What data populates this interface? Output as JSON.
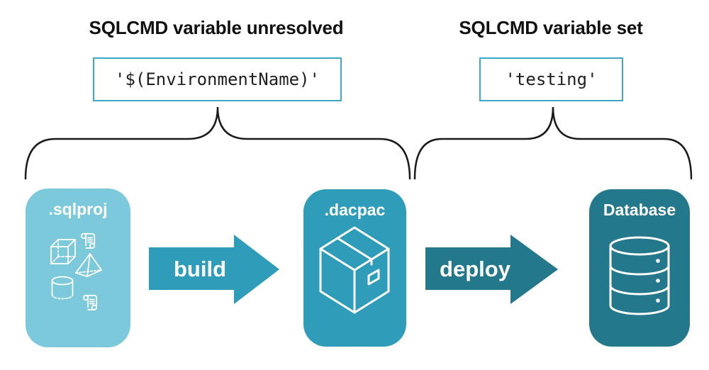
{
  "annotations": {
    "left": {
      "heading": "SQLCMD variable unresolved",
      "code": "'$(EnvironmentName)'"
    },
    "right": {
      "heading": "SQLCMD variable set",
      "code": "'testing'"
    }
  },
  "pipeline": {
    "sqlproj_label": ".sqlproj",
    "dacpac_label": ".dacpac",
    "database_label": "Database",
    "build_label": "build",
    "deploy_label": "deploy"
  },
  "icons": {
    "sqlproj": [
      "scroll-icon",
      "cube-icon",
      "pyramid-icon",
      "cylinder-icon",
      "scroll-icon"
    ],
    "dacpac": "package-icon",
    "database": "database-icon"
  },
  "colors": {
    "light_teal": "#7CC9DC",
    "mid_teal": "#2F9DB9",
    "dark_teal": "#24788B",
    "code_box_border": "#41A7C4",
    "brace_line": "#1A1A1A"
  }
}
